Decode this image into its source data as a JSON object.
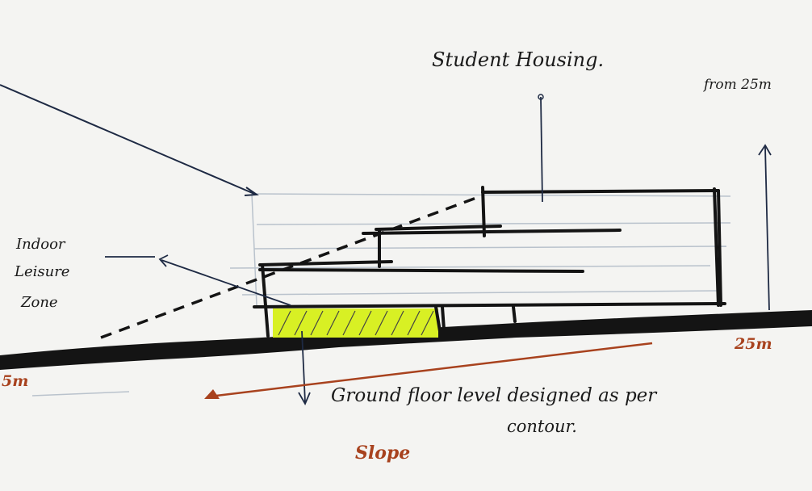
{
  "labels": {
    "student_housing": "Student Housing.",
    "from": "from 25m",
    "indoor_1": "Indoor",
    "indoor_2": "Leisure",
    "indoor_3": "Zone",
    "left_level": "5m",
    "right_level": "25m",
    "ground_1": "Ground floor level designed as per",
    "ground_2": "contour.",
    "slope": "Slope"
  },
  "colors": {
    "ink": "#141414",
    "pen_blue": "#1e2a44",
    "faint_line": "#b9c2cc",
    "highlight": "#d8f024",
    "red_ink": "#a8421e"
  }
}
